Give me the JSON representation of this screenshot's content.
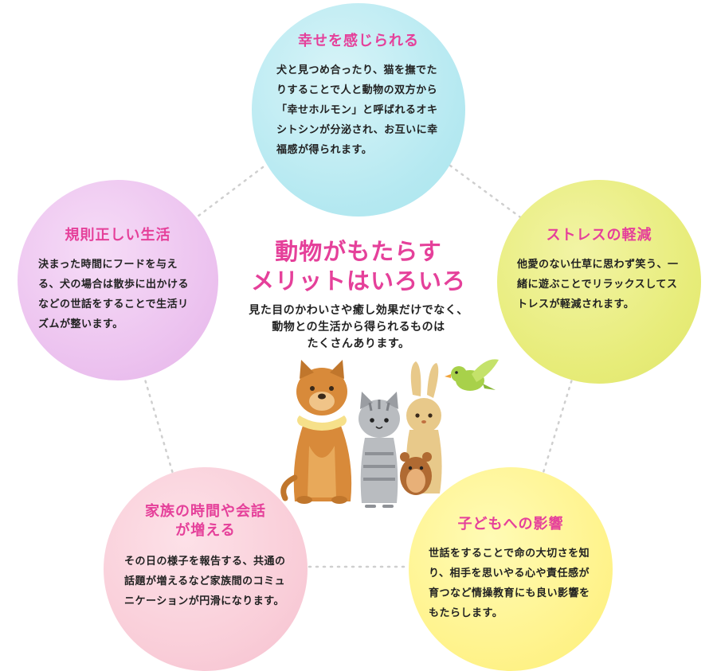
{
  "center": {
    "title_line1": "動物がもたらす",
    "title_line2": "メリットはいろいろ",
    "subtitle_line1": "見た目のかわいさや癒し効果だけでなく、",
    "subtitle_line2": "動物との生活から得られるものは",
    "subtitle_line3": "たくさんあります。"
  },
  "benefits": [
    {
      "title_lines": [
        "幸せを感じられる"
      ],
      "body": "犬と見つめ合ったり、猫を撫でたりすることで人と動物の双方から「幸せホルモン」と呼ばれるオキシトシンが分泌され、お互いに幸福感が得られます。",
      "color": "#b6e9f1"
    },
    {
      "title_lines": [
        "規則正しい生活"
      ],
      "body": "決まった時間にフードを与える、犬の場合は散歩に出かけるなどの世話をすることで生活リズムが整います。",
      "color": "#ecc2ef"
    },
    {
      "title_lines": [
        "ストレスの軽減"
      ],
      "body": "他愛のない仕草に思わず笑う、一緒に遊ぶことでリラックスしてストレスが軽減されます。",
      "color": "#e7ec79"
    },
    {
      "title_lines": [
        "家族の時間や会話",
        "が増える"
      ],
      "body": "その日の様子を報告する、共通の話題が増えるなど家族間のコミュニケーションが円滑になります。",
      "color": "#f9cdd8"
    },
    {
      "title_lines": [
        "子どもへの影響"
      ],
      "body": "世話をすることで命の大切さを知り、相手を思いやる心や責任感が育つなど情操教育にも良い影響をもたらします。",
      "color": "#fff38c"
    }
  ],
  "colors": {
    "accent_pink": "#e5409a",
    "text_dark": "#222222",
    "dotted_line": "#cfcfcf"
  },
  "illustration": [
    "dog-icon",
    "cat-icon",
    "rabbit-icon",
    "hamster-icon",
    "bird-icon"
  ]
}
